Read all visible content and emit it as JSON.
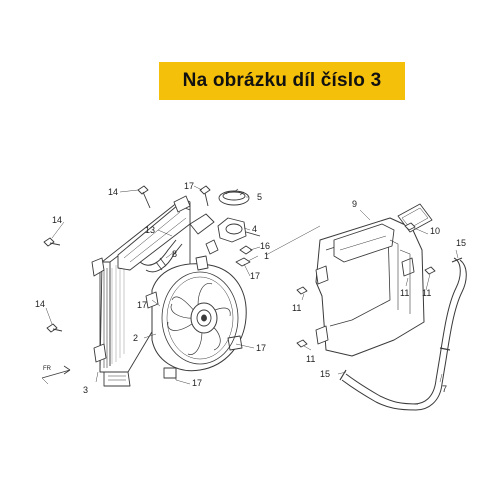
{
  "banner": {
    "text": "Na obrázku díl číslo 3",
    "color": "#f4c00a"
  },
  "diagram": {
    "direction_label": "FR",
    "callouts": [
      "14",
      "14",
      "14",
      "17",
      "5",
      "4",
      "8",
      "13",
      "16",
      "1",
      "17",
      "17",
      "2",
      "17",
      "3",
      "17",
      "9",
      "10",
      "11",
      "15",
      "11",
      "11",
      "11",
      "15",
      "7"
    ]
  }
}
